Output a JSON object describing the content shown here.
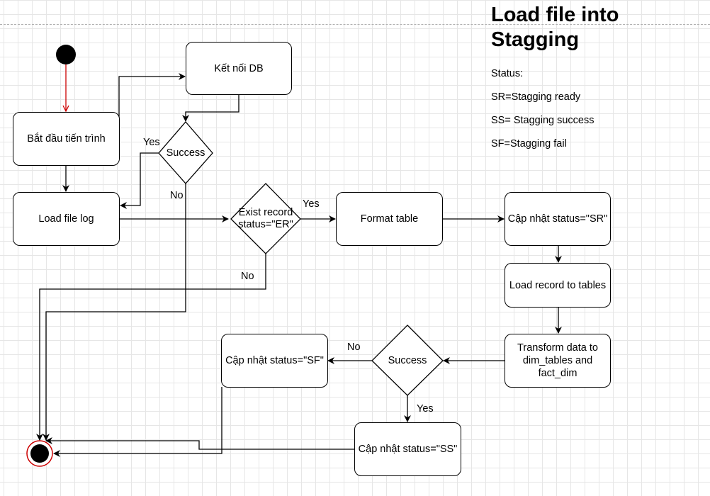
{
  "title": {
    "line1": "Load file into",
    "line2": "Stagging"
  },
  "legend": {
    "heading": "Status:",
    "sr": "SR=Stagging ready",
    "ss": "SS= Stagging success",
    "sf": "SF=Stagging fail"
  },
  "nodes": {
    "start_process": "Bắt đầu tiến trình",
    "connect_db": "Kết nối DB",
    "load_file_log": "Load file log",
    "format_table": "Format table",
    "update_sr": "Cập nhật status=\"SR\"",
    "load_record": "Load record to tables",
    "transform": "Transform data to dim_tables and fact_dim",
    "update_sf": "Cập nhật status=\"SF\"",
    "update_ss": "Cập nhật status=\"SS\""
  },
  "decisions": {
    "success1": "Success",
    "exist_line1": "Exist record",
    "exist_line2": "status=\"ER\"",
    "success2": "Success"
  },
  "edge_labels": {
    "yes1": "Yes",
    "no1": "No",
    "yes2": "Yes",
    "no2": "No",
    "no3": "No",
    "yes3": "Yes"
  },
  "colors": {
    "start_arrow": "#cc0000",
    "end_ring": "#cc0000",
    "node_fill": "#000000"
  }
}
